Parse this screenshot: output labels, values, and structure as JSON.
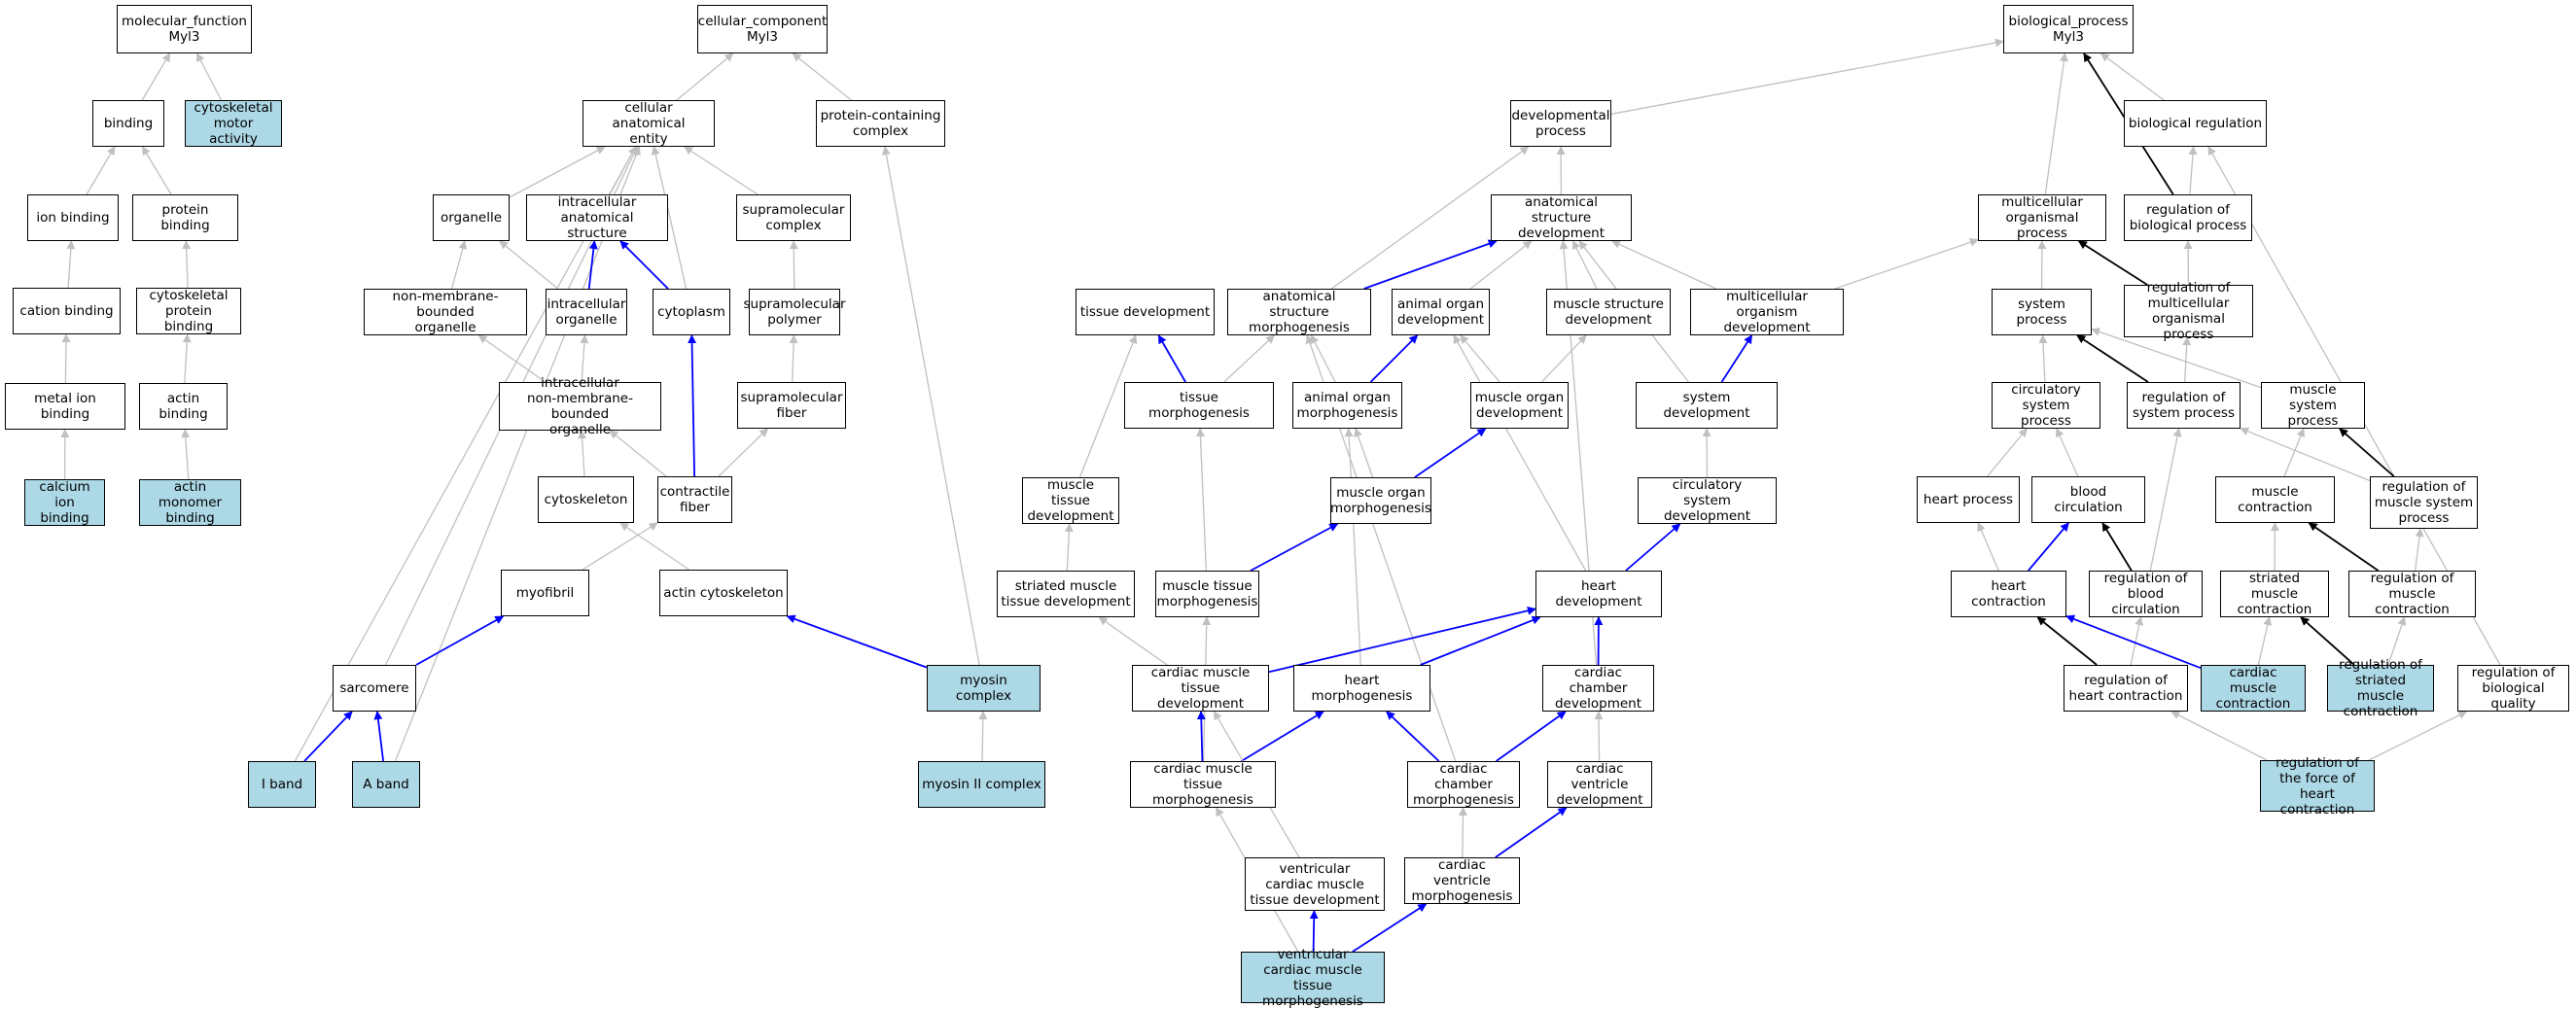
{
  "diagram": {
    "colors": {
      "grey": "#c0c0c0",
      "blue": "#0000ff",
      "black": "#000000",
      "highlight": "#add8e6"
    },
    "nodes": [
      {
        "id": "mf",
        "label": "molecular_function\nMyl3",
        "hl": false
      },
      {
        "id": "binding",
        "label": "binding",
        "hl": false
      },
      {
        "id": "cma",
        "label": "cytoskeletal\nmotor activity",
        "hl": true
      },
      {
        "id": "ionb",
        "label": "ion binding",
        "hl": false
      },
      {
        "id": "protb",
        "label": "protein binding",
        "hl": false
      },
      {
        "id": "catb",
        "label": "cation binding",
        "hl": false
      },
      {
        "id": "cpb",
        "label": "cytoskeletal\nprotein binding",
        "hl": false
      },
      {
        "id": "mib",
        "label": "metal ion binding",
        "hl": false
      },
      {
        "id": "actb",
        "label": "actin binding",
        "hl": false
      },
      {
        "id": "cab",
        "label": "calcium ion\nbinding",
        "hl": true
      },
      {
        "id": "amb",
        "label": "actin monomer\nbinding",
        "hl": true
      },
      {
        "id": "cc",
        "label": "cellular_component\nMyl3",
        "hl": false
      },
      {
        "id": "cae",
        "label": "cellular anatomical\nentity",
        "hl": false
      },
      {
        "id": "pcc",
        "label": "protein-containing\ncomplex",
        "hl": false
      },
      {
        "id": "org",
        "label": "organelle",
        "hl": false
      },
      {
        "id": "ias",
        "label": "intracellular\nanatomical structure",
        "hl": false
      },
      {
        "id": "smc",
        "label": "supramolecular\ncomplex",
        "hl": false
      },
      {
        "id": "nmbo",
        "label": "non-membrane-bounded\norganelle",
        "hl": false
      },
      {
        "id": "io",
        "label": "intracellular\norganelle",
        "hl": false
      },
      {
        "id": "cyto",
        "label": "cytoplasm",
        "hl": false
      },
      {
        "id": "smp",
        "label": "supramolecular\npolymer",
        "hl": false
      },
      {
        "id": "inmbo",
        "label": "intracellular\nnon-membrane-bounded\norganelle",
        "hl": false
      },
      {
        "id": "smf",
        "label": "supramolecular\nfiber",
        "hl": false
      },
      {
        "id": "cysk",
        "label": "cytoskeleton",
        "hl": false
      },
      {
        "id": "cf",
        "label": "contractile\nfiber",
        "hl": false
      },
      {
        "id": "myof",
        "label": "myofibril",
        "hl": false
      },
      {
        "id": "acsk",
        "label": "actin cytoskeleton",
        "hl": false
      },
      {
        "id": "sarc",
        "label": "sarcomere",
        "hl": false
      },
      {
        "id": "myoc",
        "label": "myosin complex",
        "hl": true
      },
      {
        "id": "iband",
        "label": "I band",
        "hl": true
      },
      {
        "id": "aband",
        "label": "A band",
        "hl": true
      },
      {
        "id": "myo2",
        "label": "myosin II complex",
        "hl": true
      },
      {
        "id": "dp",
        "label": "developmental\nprocess",
        "hl": false
      },
      {
        "id": "asd",
        "label": "anatomical structure\ndevelopment",
        "hl": false
      },
      {
        "id": "td",
        "label": "tissue development",
        "hl": false
      },
      {
        "id": "asm",
        "label": "anatomical structure\nmorphogenesis",
        "hl": false
      },
      {
        "id": "aod",
        "label": "animal organ\ndevelopment",
        "hl": false
      },
      {
        "id": "msd",
        "label": "muscle structure\ndevelopment",
        "hl": false
      },
      {
        "id": "mod",
        "label": "multicellular\norganism development",
        "hl": false
      },
      {
        "id": "tm",
        "label": "tissue morphogenesis",
        "hl": false
      },
      {
        "id": "aom",
        "label": "animal organ\nmorphogenesis",
        "hl": false
      },
      {
        "id": "mordev",
        "label": "muscle organ\ndevelopment",
        "hl": false
      },
      {
        "id": "sd",
        "label": "system development",
        "hl": false
      },
      {
        "id": "mtd",
        "label": "muscle tissue\ndevelopment",
        "hl": false
      },
      {
        "id": "mom",
        "label": "muscle organ\nmorphogenesis",
        "hl": false
      },
      {
        "id": "csd",
        "label": "circulatory\nsystem development",
        "hl": false
      },
      {
        "id": "smtd",
        "label": "striated muscle\ntissue development",
        "hl": false
      },
      {
        "id": "mtm",
        "label": "muscle tissue\nmorphogenesis",
        "hl": false
      },
      {
        "id": "hd",
        "label": "heart development",
        "hl": false
      },
      {
        "id": "cmtd",
        "label": "cardiac muscle\ntissue development",
        "hl": false
      },
      {
        "id": "hm",
        "label": "heart morphogenesis",
        "hl": false
      },
      {
        "id": "ccd",
        "label": "cardiac chamber\ndevelopment",
        "hl": false
      },
      {
        "id": "cmtm",
        "label": "cardiac muscle\ntissue morphogenesis",
        "hl": false
      },
      {
        "id": "ccm",
        "label": "cardiac chamber\nmorphogenesis",
        "hl": false
      },
      {
        "id": "cvd",
        "label": "cardiac ventricle\ndevelopment",
        "hl": false
      },
      {
        "id": "vcmtd",
        "label": "ventricular\ncardiac muscle\ntissue development",
        "hl": false
      },
      {
        "id": "cvm",
        "label": "cardiac ventricle\nmorphogenesis",
        "hl": false
      },
      {
        "id": "vcmtm",
        "label": "ventricular\ncardiac muscle\ntissue morphogenesis",
        "hl": true
      },
      {
        "id": "bp",
        "label": "biological_process\nMyl3",
        "hl": false
      },
      {
        "id": "br",
        "label": "biological regulation",
        "hl": false
      },
      {
        "id": "mop",
        "label": "multicellular\norganismal process",
        "hl": false
      },
      {
        "id": "rbp",
        "label": "regulation of\nbiological process",
        "hl": false
      },
      {
        "id": "sp",
        "label": "system process",
        "hl": false
      },
      {
        "id": "rmop",
        "label": "regulation of\nmulticellular\norganismal process",
        "hl": false
      },
      {
        "id": "csp",
        "label": "circulatory\nsystem process",
        "hl": false
      },
      {
        "id": "rsp",
        "label": "regulation of\nsystem process",
        "hl": false
      },
      {
        "id": "mssp",
        "label": "muscle system\nprocess",
        "hl": false
      },
      {
        "id": "hp",
        "label": "heart process",
        "hl": false
      },
      {
        "id": "bc",
        "label": "blood circulation",
        "hl": false
      },
      {
        "id": "mc",
        "label": "muscle contraction",
        "hl": false
      },
      {
        "id": "rmsp",
        "label": "regulation of\nmuscle system\nprocess",
        "hl": false
      },
      {
        "id": "hc",
        "label": "heart contraction",
        "hl": false
      },
      {
        "id": "rbc",
        "label": "regulation of\nblood circulation",
        "hl": false
      },
      {
        "id": "smcon",
        "label": "striated muscle\ncontraction",
        "hl": false
      },
      {
        "id": "rmc",
        "label": "regulation of\nmuscle contraction",
        "hl": false
      },
      {
        "id": "rhc",
        "label": "regulation of\nheart contraction",
        "hl": false
      },
      {
        "id": "cmc",
        "label": "cardiac muscle\ncontraction",
        "hl": true
      },
      {
        "id": "rsmc",
        "label": "regulation of\nstriated muscle\ncontraction",
        "hl": true
      },
      {
        "id": "rbq",
        "label": "regulation of\nbiological quality",
        "hl": false
      },
      {
        "id": "rfhc",
        "label": "regulation of\nthe force of\nheart contraction",
        "hl": true
      }
    ],
    "edges": [
      [
        "binding",
        "mf",
        "grey"
      ],
      [
        "cma",
        "mf",
        "grey"
      ],
      [
        "ionb",
        "binding",
        "grey"
      ],
      [
        "protb",
        "binding",
        "grey"
      ],
      [
        "catb",
        "ionb",
        "grey"
      ],
      [
        "cpb",
        "protb",
        "grey"
      ],
      [
        "mib",
        "catb",
        "grey"
      ],
      [
        "actb",
        "cpb",
        "grey"
      ],
      [
        "cab",
        "mib",
        "grey"
      ],
      [
        "amb",
        "actb",
        "grey"
      ],
      [
        "cae",
        "cc",
        "grey"
      ],
      [
        "pcc",
        "cc",
        "grey"
      ],
      [
        "org",
        "cae",
        "grey"
      ],
      [
        "ias",
        "cae",
        "grey"
      ],
      [
        "smc",
        "cae",
        "grey"
      ],
      [
        "cyto",
        "cae",
        "grey"
      ],
      [
        "sarc",
        "cae",
        "grey"
      ],
      [
        "iband",
        "cae",
        "grey"
      ],
      [
        "aband",
        "cae",
        "grey"
      ],
      [
        "myoc",
        "pcc",
        "grey"
      ],
      [
        "nmbo",
        "org",
        "grey"
      ],
      [
        "io",
        "org",
        "grey"
      ],
      [
        "io",
        "ias",
        "blue"
      ],
      [
        "cyto",
        "ias",
        "blue"
      ],
      [
        "smp",
        "smc",
        "grey"
      ],
      [
        "inmbo",
        "nmbo",
        "grey"
      ],
      [
        "inmbo",
        "io",
        "grey"
      ],
      [
        "smf",
        "smp",
        "grey"
      ],
      [
        "cysk",
        "inmbo",
        "grey"
      ],
      [
        "cf",
        "inmbo",
        "grey"
      ],
      [
        "cf",
        "cyto",
        "blue"
      ],
      [
        "cf",
        "smf",
        "grey"
      ],
      [
        "acsk",
        "cysk",
        "grey"
      ],
      [
        "myof",
        "cf",
        "grey"
      ],
      [
        "sarc",
        "myof",
        "blue"
      ],
      [
        "myoc",
        "acsk",
        "blue"
      ],
      [
        "iband",
        "sarc",
        "blue"
      ],
      [
        "aband",
        "sarc",
        "blue"
      ],
      [
        "myo2",
        "myoc",
        "grey"
      ],
      [
        "dp",
        "bp",
        "grey"
      ],
      [
        "mop",
        "bp",
        "grey"
      ],
      [
        "br",
        "bp",
        "grey"
      ],
      [
        "rbp",
        "bp",
        "black"
      ],
      [
        "rbp",
        "br",
        "grey"
      ],
      [
        "rbq",
        "br",
        "grey"
      ],
      [
        "asd",
        "dp",
        "grey"
      ],
      [
        "asm",
        "dp",
        "grey"
      ],
      [
        "asm",
        "asd",
        "blue"
      ],
      [
        "aod",
        "asd",
        "grey"
      ],
      [
        "msd",
        "asd",
        "grey"
      ],
      [
        "mod",
        "asd",
        "grey"
      ],
      [
        "sd",
        "asd",
        "grey"
      ],
      [
        "ccd",
        "asd",
        "grey"
      ],
      [
        "mod",
        "mop",
        "grey"
      ],
      [
        "tm",
        "td",
        "blue"
      ],
      [
        "tm",
        "asm",
        "grey"
      ],
      [
        "aom",
        "asm",
        "grey"
      ],
      [
        "ccm",
        "asm",
        "grey"
      ],
      [
        "aom",
        "aod",
        "blue"
      ],
      [
        "mordev",
        "aod",
        "grey"
      ],
      [
        "mordev",
        "msd",
        "grey"
      ],
      [
        "sd",
        "mod",
        "blue"
      ],
      [
        "mom",
        "aom",
        "grey"
      ],
      [
        "hm",
        "aom",
        "grey"
      ],
      [
        "mom",
        "mordev",
        "blue"
      ],
      [
        "hd",
        "aod",
        "grey"
      ],
      [
        "csd",
        "sd",
        "grey"
      ],
      [
        "mtd",
        "td",
        "grey"
      ],
      [
        "mtm",
        "tm",
        "grey"
      ],
      [
        "mtm",
        "mom",
        "blue"
      ],
      [
        "smtd",
        "mtd",
        "grey"
      ],
      [
        "hd",
        "csd",
        "blue"
      ],
      [
        "cmtd",
        "smtd",
        "grey"
      ],
      [
        "cmtd",
        "hd",
        "blue"
      ],
      [
        "hm",
        "hd",
        "blue"
      ],
      [
        "ccd",
        "hd",
        "blue"
      ],
      [
        "cmtm",
        "mtm",
        "grey"
      ],
      [
        "cmtm",
        "cmtd",
        "blue"
      ],
      [
        "cmtm",
        "hm",
        "blue"
      ],
      [
        "ccm",
        "hm",
        "blue"
      ],
      [
        "ccm",
        "ccd",
        "blue"
      ],
      [
        "cvd",
        "ccd",
        "grey"
      ],
      [
        "vcmtd",
        "cmtd",
        "grey"
      ],
      [
        "cvm",
        "ccm",
        "grey"
      ],
      [
        "cvm",
        "cvd",
        "blue"
      ],
      [
        "vcmtm",
        "cmtm",
        "grey"
      ],
      [
        "vcmtm",
        "vcmtd",
        "blue"
      ],
      [
        "vcmtm",
        "cvm",
        "blue"
      ],
      [
        "sp",
        "mop",
        "grey"
      ],
      [
        "rmop",
        "mop",
        "black"
      ],
      [
        "rmop",
        "rbp",
        "grey"
      ],
      [
        "csp",
        "sp",
        "grey"
      ],
      [
        "rsp",
        "sp",
        "black"
      ],
      [
        "rsp",
        "rmop",
        "grey"
      ],
      [
        "mssp",
        "sp",
        "grey"
      ],
      [
        "hp",
        "csp",
        "grey"
      ],
      [
        "bc",
        "csp",
        "grey"
      ],
      [
        "mc",
        "mssp",
        "grey"
      ],
      [
        "rmsp",
        "mssp",
        "black"
      ],
      [
        "rmsp",
        "rsp",
        "grey"
      ],
      [
        "hc",
        "hp",
        "grey"
      ],
      [
        "hc",
        "bc",
        "blue"
      ],
      [
        "rbc",
        "bc",
        "black"
      ],
      [
        "rbc",
        "rsp",
        "grey"
      ],
      [
        "smcon",
        "mc",
        "grey"
      ],
      [
        "rmc",
        "mc",
        "black"
      ],
      [
        "rmc",
        "rmsp",
        "grey"
      ],
      [
        "rhc",
        "hc",
        "black"
      ],
      [
        "rhc",
        "rbc",
        "grey"
      ],
      [
        "cmc",
        "hc",
        "blue"
      ],
      [
        "cmc",
        "smcon",
        "grey"
      ],
      [
        "rsmc",
        "smcon",
        "black"
      ],
      [
        "rsmc",
        "rmc",
        "grey"
      ],
      [
        "rfhc",
        "rhc",
        "grey"
      ],
      [
        "rfhc",
        "rbq",
        "grey"
      ]
    ]
  }
}
